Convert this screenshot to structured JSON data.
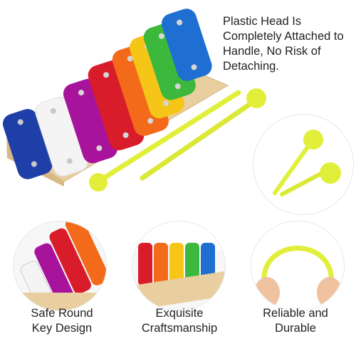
{
  "headline": {
    "lines": [
      "Plastic Head Is",
      "Completely Attached to",
      "Handle, No Risk of",
      "Detaching."
    ]
  },
  "features": [
    {
      "lines": [
        "Safe Round",
        "Key Design"
      ]
    },
    {
      "lines": [
        "Exquisite",
        "Craftsmanship"
      ]
    },
    {
      "lines": [
        "Reliable and",
        "Durable"
      ]
    }
  ],
  "colors": {
    "keys": [
      "#1f3fa8",
      "#f4f4f4",
      "#a8139c",
      "#d81c2a",
      "#f26a1a",
      "#f5c518",
      "#3cb83c",
      "#1e6fd1"
    ],
    "wood": "#e9cf9f",
    "mallet": "#e2ef3a"
  }
}
